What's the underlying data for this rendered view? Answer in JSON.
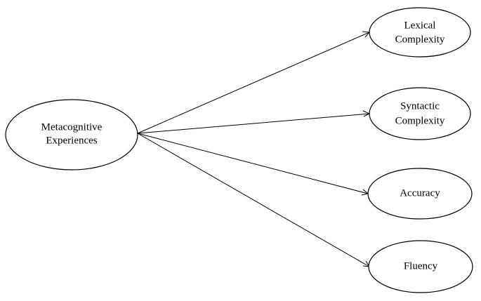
{
  "diagram": {
    "source": {
      "lines": [
        "Metacognitive",
        "Experiences"
      ]
    },
    "targets": [
      {
        "lines": [
          "Lexical",
          "Complexity"
        ]
      },
      {
        "lines": [
          "Syntactic",
          "Complexity"
        ]
      },
      {
        "lines": [
          "Accuracy"
        ]
      },
      {
        "lines": [
          "Fluency"
        ]
      }
    ]
  }
}
